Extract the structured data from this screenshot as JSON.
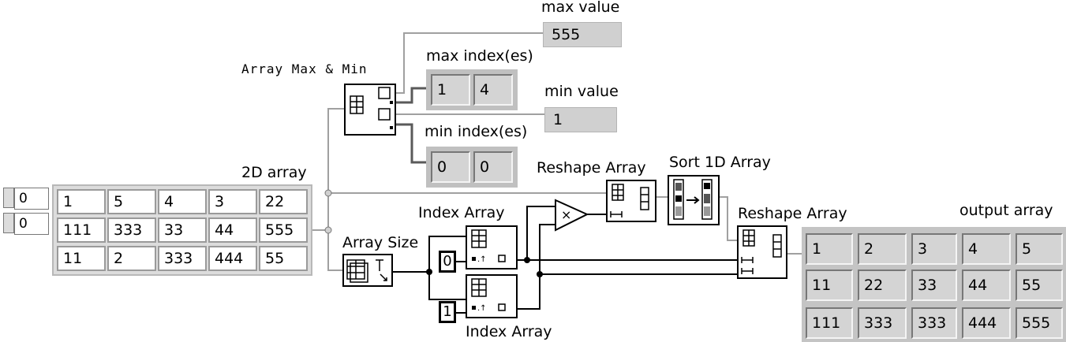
{
  "labels": {
    "array_max_min": "Array Max & Min",
    "max_value": "max value",
    "max_indexes": "max index(es)",
    "min_value": "min value",
    "min_indexes": "min index(es)",
    "two_d_array": "2D array",
    "reshape_array_top": "Reshape Array",
    "sort_1d_array": "Sort 1D Array",
    "index_array_top": "Index Array",
    "array_size": "Array Size",
    "reshape_array_bottom": "Reshape Array",
    "output_array": "output array",
    "index_array_bottom": "Index Array"
  },
  "indicators": {
    "max_value": "555",
    "max_index": [
      "1",
      "4"
    ],
    "min_value": "1",
    "min_index": [
      "0",
      "0"
    ]
  },
  "input_array": {
    "index_values": [
      "0",
      "0"
    ],
    "rows": [
      [
        "1",
        "5",
        "4",
        "3",
        "22"
      ],
      [
        "111",
        "333",
        "33",
        "44",
        "555"
      ],
      [
        "11",
        "2",
        "333",
        "444",
        "55"
      ]
    ]
  },
  "constants": {
    "index_row": "0",
    "index_col": "1"
  },
  "output_array": {
    "rows": [
      [
        "1",
        "2",
        "3",
        "4",
        "5"
      ],
      [
        "11",
        "22",
        "33",
        "44",
        "55"
      ],
      [
        "111",
        "333",
        "333",
        "444",
        "555"
      ]
    ]
  },
  "colors": {
    "wire_numeric_array": "#a0a0a0",
    "wire_index": "#000000",
    "indicator_bg": "#d0d0d0",
    "array_frame": "#c0c0c0"
  }
}
